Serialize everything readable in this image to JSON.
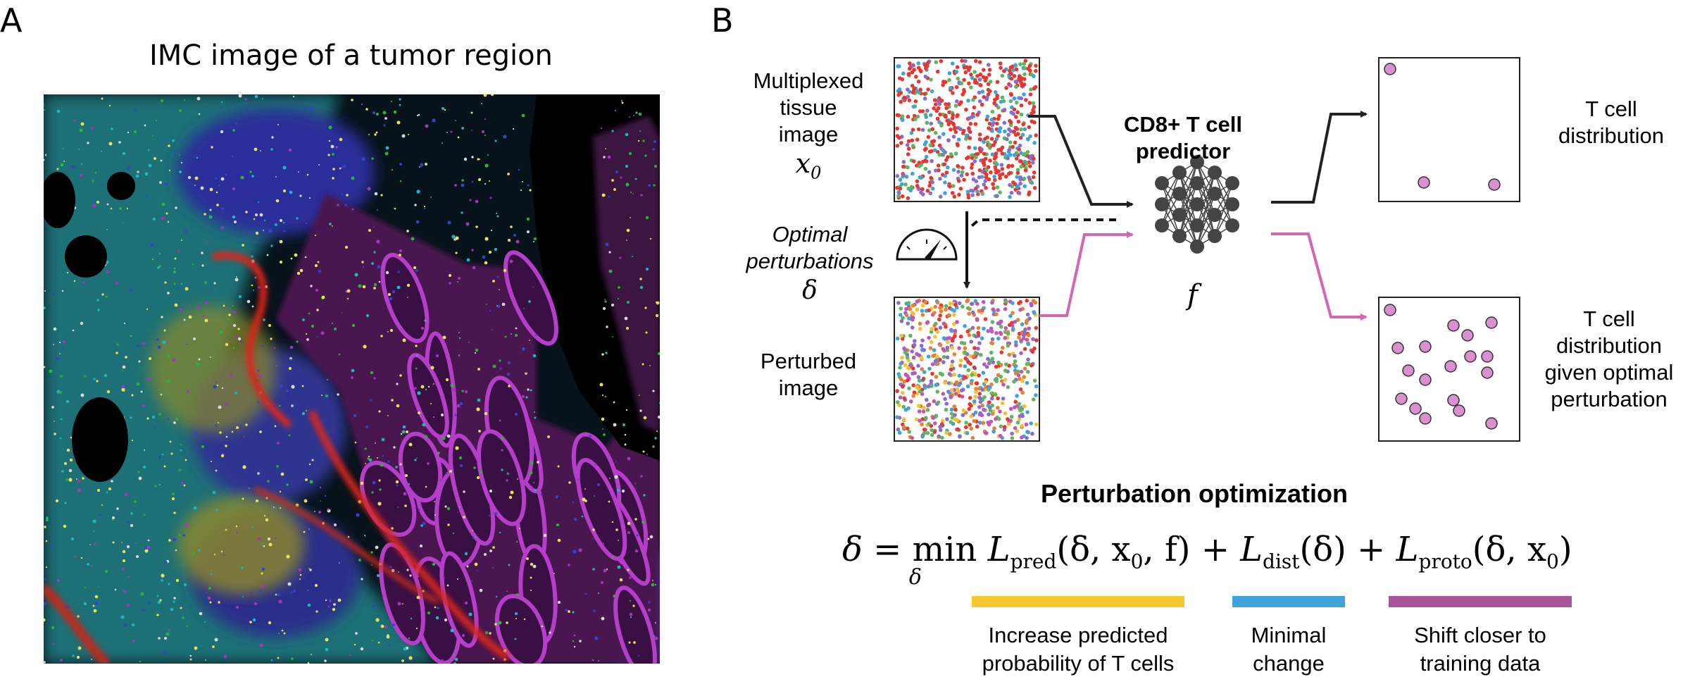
{
  "panel_a": {
    "letter": "A",
    "title": "IMC image of a tumor region"
  },
  "panel_b": {
    "letter": "B",
    "input_label": {
      "line1": "Multiplexed",
      "line2": "tissue",
      "line3": "image",
      "symbol": "x",
      "subscript": "0"
    },
    "perturbation_label": {
      "line1": "Optimal",
      "line2": "perturbations",
      "symbol": "δ"
    },
    "perturbed_label": {
      "line1": "Perturbed",
      "line2": "image"
    },
    "predictor_label": {
      "line1": "CD8+ T cell",
      "line2": "predictor",
      "symbol": "f"
    },
    "output_top_label": {
      "line1": "T cell",
      "line2": "distribution"
    },
    "output_bottom_label": {
      "line1": "T cell",
      "line2": "distribution",
      "line3": "given optimal",
      "line4": "perturbation"
    },
    "optimization_title": "Perturbation optimization",
    "equation": {
      "lhs": "δ",
      "eq": " = min",
      "min_sub": "δ",
      "term1": "L",
      "term1_sub": "pred",
      "term1_args": "(δ, x",
      "term1_args_sub": "0",
      "term1_args_end": ", f) + ",
      "term2": "L",
      "term2_sub": "dist",
      "term2_args": "(δ) + ",
      "term3": "L",
      "term3_sub": "proto",
      "term3_args": "(δ, x",
      "term3_args_sub": "0",
      "term3_args_end": ")"
    },
    "loss_legend": [
      {
        "color": "#f6c72f",
        "line1": "Increase predicted",
        "line2": "probability of T cells"
      },
      {
        "color": "#3ea4d8",
        "line1": "Minimal",
        "line2": "change"
      },
      {
        "color": "#a8559c",
        "line1": "Shift closer to",
        "line2": "training data"
      }
    ],
    "colors": {
      "original_arrow": "#222222",
      "perturbed_arrow": "#d466b4",
      "tcell_dot": "#d98fd0"
    }
  }
}
